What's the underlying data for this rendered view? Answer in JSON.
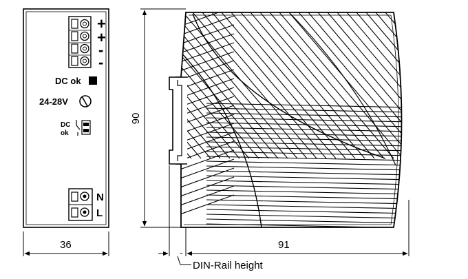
{
  "front_view": {
    "terminals": {
      "plus_1": "+",
      "plus_2": "+",
      "minus_1": "-",
      "minus_2": "-"
    },
    "dc_ok_label": "DC ok",
    "voltage_label": "24-28V",
    "relay_label_line1": "DC",
    "relay_label_line2": "ok",
    "input_terminals": {
      "n": "N",
      "l": "L"
    },
    "width_dimension": "36"
  },
  "side_view": {
    "height_dimension": "90",
    "depth_dimension": "91",
    "din_rail_label": "DIN-Rail height"
  }
}
